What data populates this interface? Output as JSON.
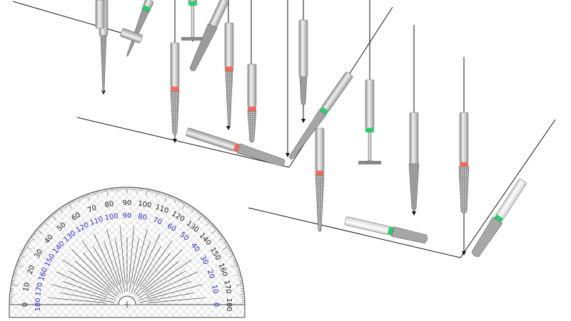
{
  "protractor": {
    "outer_labels": [
      "0",
      "10",
      "20",
      "30",
      "40",
      "50",
      "60",
      "70",
      "80",
      "90",
      "100",
      "110",
      "120",
      "130",
      "140",
      "150",
      "160",
      "170",
      "180"
    ],
    "inner_labels": [
      "180",
      "170",
      "160",
      "150",
      "140",
      "130",
      "120",
      "110",
      "100",
      "90",
      "80",
      "70",
      "60",
      "50",
      "40",
      "30",
      "20",
      "10",
      "0"
    ],
    "outer_color": "#222222",
    "inner_color": "#2a2acc"
  },
  "colors": {
    "red_band": "#f26b5b",
    "green_band": "#2ecc71",
    "shaft": "#d6d6d6",
    "diamond": "#9a9a9a"
  }
}
